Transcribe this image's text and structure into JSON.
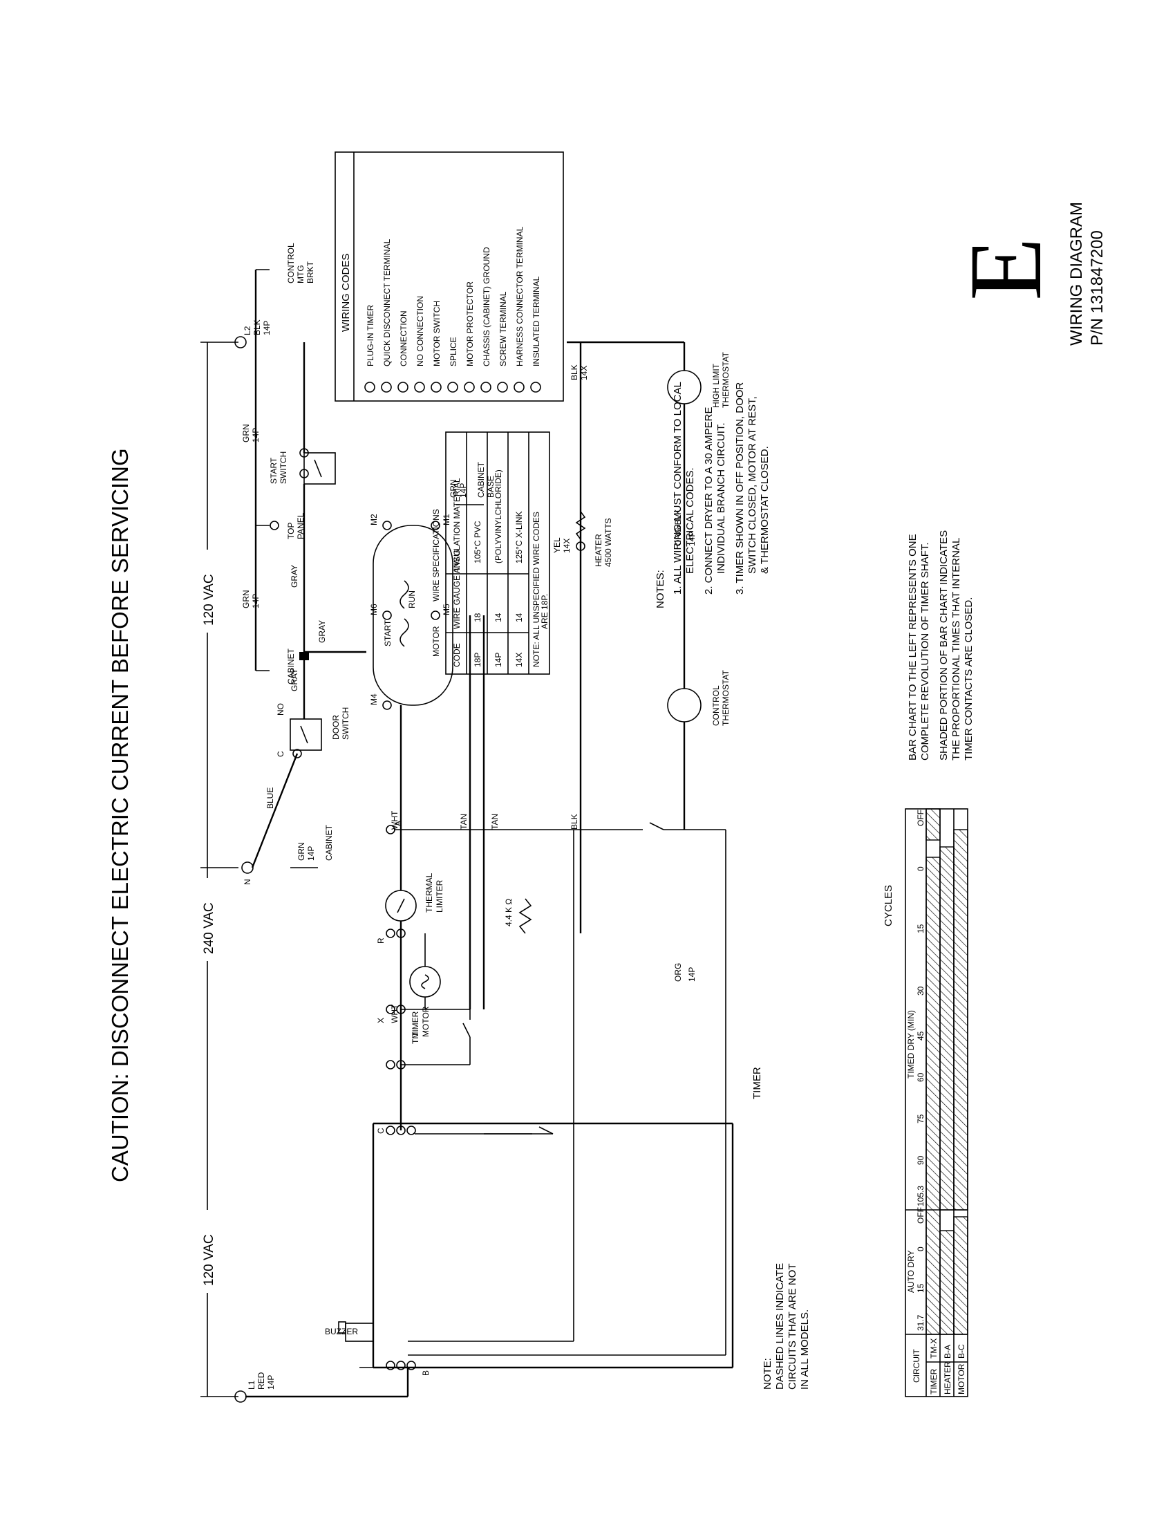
{
  "caution": "CAUTION: DISCONNECT ELECTRIC CURRENT BEFORE SERVICING",
  "title": {
    "line1": "WIRING DIAGRAM",
    "line2": "P/N 131847200",
    "letter": "E"
  },
  "voltage": {
    "left": "120 VAC",
    "center": "240 VAC",
    "right": "120 VAC"
  },
  "supply": {
    "l1": [
      "L1",
      "RED",
      "14P"
    ],
    "n": "N",
    "l2": [
      "L2",
      "BLK",
      "14P"
    ]
  },
  "wires": {
    "blue": "BLUE",
    "wht1": "WHT",
    "wht2": "WHT",
    "gray1": "GRAY",
    "gray2": "GRAY",
    "gray3": "GRAY",
    "tan1": "TAN",
    "tan2": "TAN",
    "blk1": "BLK",
    "blk2": [
      "BLK",
      "14X"
    ],
    "yel": [
      "YEL",
      "14X"
    ],
    "orgblk": [
      "ORG/BLK",
      "14P"
    ],
    "org": [
      "ORG",
      "14P"
    ],
    "grn_cab": [
      "GRN",
      "14P"
    ],
    "grn_base": [
      "GRN",
      "14P"
    ],
    "resistor": "4.4 K Ω"
  },
  "components": {
    "cabinet1": "CABINET",
    "cabinet_base": [
      "CABINET",
      "BASE"
    ],
    "buzzer": "BUZZER",
    "timer": "TIMER",
    "timer_motor": [
      "TIMER",
      "MOTOR"
    ],
    "tm": "TM",
    "thermal_limiter": [
      "THERMAL",
      "LIMITER"
    ],
    "door_switch": [
      "DOOR",
      "SWITCH"
    ],
    "door_c": "C",
    "door_no": "NO",
    "start_switch": [
      "START",
      "SWITCH"
    ],
    "motor": "MOTOR",
    "start_wind": "START",
    "run_wind": "RUN",
    "heater": [
      "HEATER",
      "4500 WATTS"
    ],
    "control_thermostat": [
      "CONTROL",
      "THERMOSTAT"
    ],
    "high_limit": [
      "HIGH LIMIT",
      "THERMOSTAT"
    ],
    "motor_terms": [
      "M4",
      "M6",
      "M5",
      "M2",
      "M1"
    ],
    "timer_terms": [
      "B",
      "C",
      "X",
      "R",
      "A"
    ]
  },
  "ground_section": {
    "cabinet": "CABINET",
    "top_panel": [
      "TOP",
      "PANEL"
    ],
    "control_mtg": [
      "CONTROL",
      "MTG",
      "BRKT"
    ],
    "wire_left": [
      "GRN",
      "14P"
    ],
    "wire_right": [
      "GRN",
      "14P"
    ]
  },
  "wire_specs": {
    "title": "WIRE SPECIFICATIONS",
    "headers": [
      "CODE",
      "WIRE GAUGE A.W.G",
      "INSULATION MATERIAL"
    ],
    "rows": [
      [
        "18P",
        "18",
        "105°C PVC"
      ],
      [
        "14P",
        "14",
        "(POLYVINYLCHLORIDE)"
      ],
      [
        "14X",
        "14",
        "125°C X-LINK"
      ]
    ],
    "note": [
      "NOTE: ALL UNSPECIFIED WIRE CODES",
      "ARE 18P."
    ]
  },
  "wiring_codes": {
    "title": "WIRING CODES",
    "items": [
      "PLUG-IN TIMER",
      "QUICK DISCONNECT TERMINAL",
      "CONNECTION",
      "NO CONNECTION",
      "MOTOR SWITCH",
      "SPLICE",
      "MOTOR PROTECTOR",
      "CHASSIS (CABINET) GROUND",
      "SCREW TERMINAL",
      "HARNESS CONNECTOR TERMINAL",
      "INSULATED TERMINAL"
    ]
  },
  "notes": {
    "title": "NOTES:",
    "lines": [
      "1. ALL WIRING MUST CONFORM TO LOCAL",
      "ELECTRICAL CODES.",
      "2. CONNECT DRYER TO A 30 AMPERE",
      "INDIVIDUAL BRANCH CIRCUIT.",
      "3. TIMER SHOWN IN OFF POSITION, DOOR",
      "SWITCH CLOSED, MOTOR AT REST,",
      "& THERMOSTAT CLOSED."
    ]
  },
  "dashed_note": [
    "NOTE:",
    "DASHED LINES INDICATE",
    "CIRCUITS THAT ARE NOT",
    "IN ALL MODELS."
  ],
  "bar_note": [
    "BAR CHART TO THE LEFT REPRESENTS ONE",
    "COMPLETE REVOLUTION OF TIMER SHAFT.",
    "SHADED PORTION OF BAR CHART INDICATES",
    "THE PROPORTIONAL TIMES THAT INTERNAL",
    "TIMER CONTACTS ARE CLOSED."
  ],
  "cycles": {
    "title": "CYCLES",
    "circuit_header": "CIRCUIT",
    "auto_dry": "AUTO DRY",
    "timed_dry": "TIMED DRY (MIN)",
    "ticks": [
      "31.7",
      "15",
      "0",
      "OFF",
      "105.3",
      "90",
      "75",
      "60",
      "45",
      "30",
      "15",
      "0",
      "OFF"
    ],
    "rows": [
      {
        "name": "TIMER",
        "code": "TM-X"
      },
      {
        "name": "HEATER",
        "code": "B-A"
      },
      {
        "name": "MOTOR",
        "code": "B-C"
      }
    ]
  }
}
